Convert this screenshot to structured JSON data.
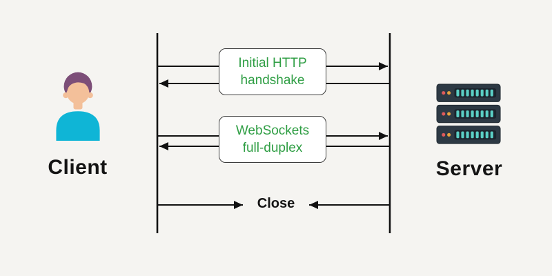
{
  "diagram": {
    "type": "sequence-diagram",
    "client": {
      "label": "Client",
      "icon": "person-avatar"
    },
    "server": {
      "label": "Server",
      "icon": "server-rack"
    },
    "messages": {
      "handshake": {
        "line1": "Initial HTTP",
        "line2": "handshake",
        "direction": "bidirectional"
      },
      "full_duplex": {
        "line1": "WebSockets",
        "line2": "full-duplex",
        "direction": "bidirectional"
      },
      "close": {
        "label": "Close",
        "direction": "bidirectional"
      }
    },
    "colors": {
      "background": "#f5f4f1",
      "line": "#111111",
      "message_text_green": "#2f9e44",
      "box_border": "#3c3c3c",
      "box_background": "#ffffff",
      "actor_text": "#141414",
      "avatar_hair": "#7c4e78",
      "avatar_skin": "#f3c09a",
      "avatar_shirt": "#0fb5d6",
      "server_body": "#2d3944",
      "server_panel": "#1c242d",
      "server_light_teal": "#5bcfc5",
      "server_dot_red": "#e05b5b",
      "server_dot_yellow": "#e8a43e"
    }
  }
}
